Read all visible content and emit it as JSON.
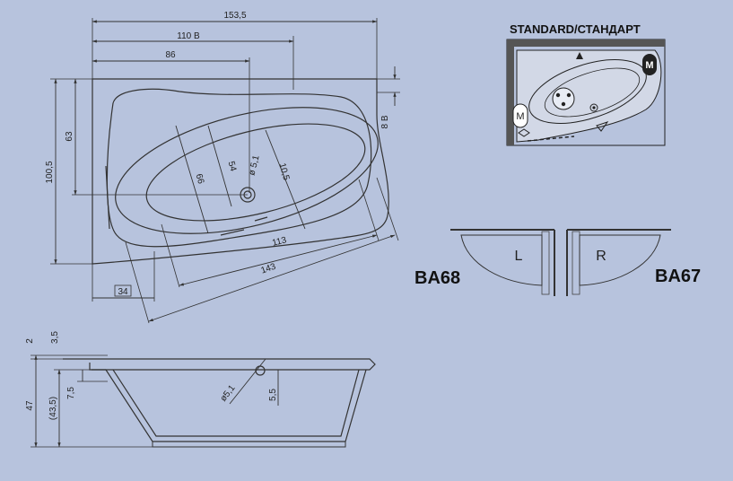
{
  "top_view": {
    "dim_overall_width": "153,5",
    "dim_110": "110 B",
    "dim_86": "86",
    "dim_height_overall": "100,5",
    "dim_63": "63",
    "dim_8": "8 B",
    "dim_66": "66",
    "dim_54": "54",
    "dim_drain": "ø 5,1",
    "dim_105": "10,5",
    "dim_113": "113",
    "dim_143": "143",
    "dim_34": "34"
  },
  "side_view": {
    "dim_2": "2",
    "dim_35": "3,5",
    "dim_47": "47",
    "dim_435": "(43,5)",
    "dim_75": "7,5",
    "dim_drain": "ø5,1",
    "dim_55": "5,5"
  },
  "standard_view": {
    "title": "STANDARD/СТАНДАРТ",
    "motor_label_right": "M",
    "motor_label_left": "M"
  },
  "variants": {
    "left_letter": "L",
    "right_letter": "R",
    "left_model": "BA68",
    "right_model": "BA67"
  },
  "colors": {
    "background": "#b7c3dd",
    "line": "#333333"
  }
}
